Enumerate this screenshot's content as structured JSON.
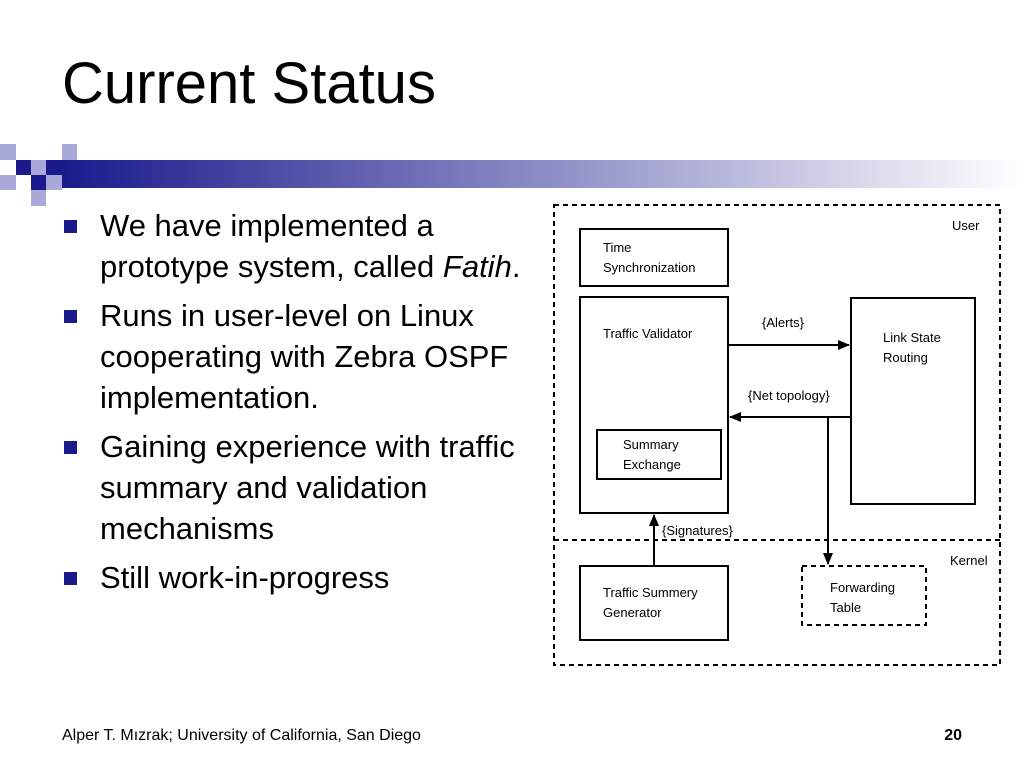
{
  "slide": {
    "title": "Current Status",
    "bullets": [
      {
        "pre": "We have implemented a prototype system, called ",
        "em": "Fatih",
        "post": "."
      },
      {
        "pre": "Runs in user-level on Linux cooperating with Zebra OSPF implementation.",
        "em": "",
        "post": ""
      },
      {
        "pre": "Gaining experience with traffic summary and validation mechanisms",
        "em": "",
        "post": ""
      },
      {
        "pre": "Still work-in-progress",
        "em": "",
        "post": ""
      }
    ]
  },
  "diagram": {
    "regions": {
      "user": "User",
      "kernel": "Kernel"
    },
    "boxes": {
      "time_sync": [
        "Time",
        "Synchronization"
      ],
      "traffic_validator": "Traffic Validator",
      "summary_exchange": [
        "Summary",
        "Exchange"
      ],
      "link_state": [
        "Link State",
        "Routing"
      ],
      "summary_generator": [
        "Traffic Summery",
        "Generator"
      ],
      "forwarding_table": [
        "Forwarding",
        "Table"
      ]
    },
    "edges": {
      "alerts": "{Alerts}",
      "net_topology": "{Net topology}",
      "signatures": "{Signatures}"
    }
  },
  "footer": {
    "author": "Alper T. Mızrak; University of California, San Diego",
    "page": "20"
  },
  "colors": {
    "bullet": "#1a1a8c",
    "bar_dark": "#1a1a8c",
    "square_light": "#a9a9d9"
  }
}
